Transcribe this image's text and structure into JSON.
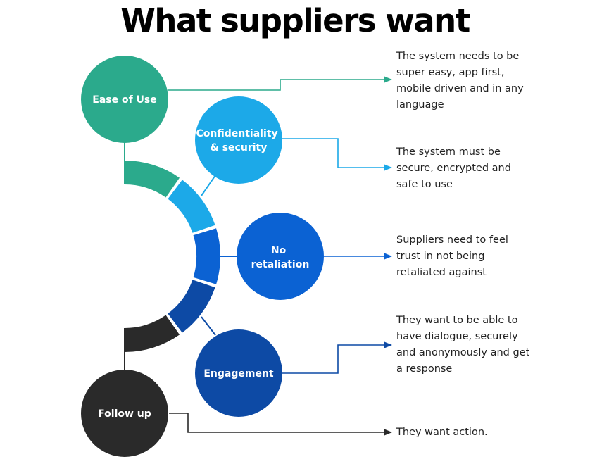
{
  "title": "What suppliers want",
  "colors": {
    "ease": "#2BAA8C",
    "confidentiality": "#1CA9E8",
    "retaliation": "#0B62D3",
    "engagement": "#0D4AA5",
    "followup": "#2A2A2A"
  },
  "items": [
    {
      "label_lines": [
        "Ease of Use"
      ],
      "description": "The system needs to be super easy, app first, mobile driven and in any language"
    },
    {
      "label_lines": [
        "Confidentiality",
        "& security"
      ],
      "description": "The system must be secure, encrypted and safe to use"
    },
    {
      "label_lines": [
        "No",
        "retaliation"
      ],
      "description": "Suppliers need to feel trust in not being retaliated against"
    },
    {
      "label_lines": [
        "Engagement"
      ],
      "description": "They want to be able to have dialogue, securely and anonymously and get a response"
    },
    {
      "label_lines": [
        "Follow up"
      ],
      "description": "They want action."
    }
  ]
}
